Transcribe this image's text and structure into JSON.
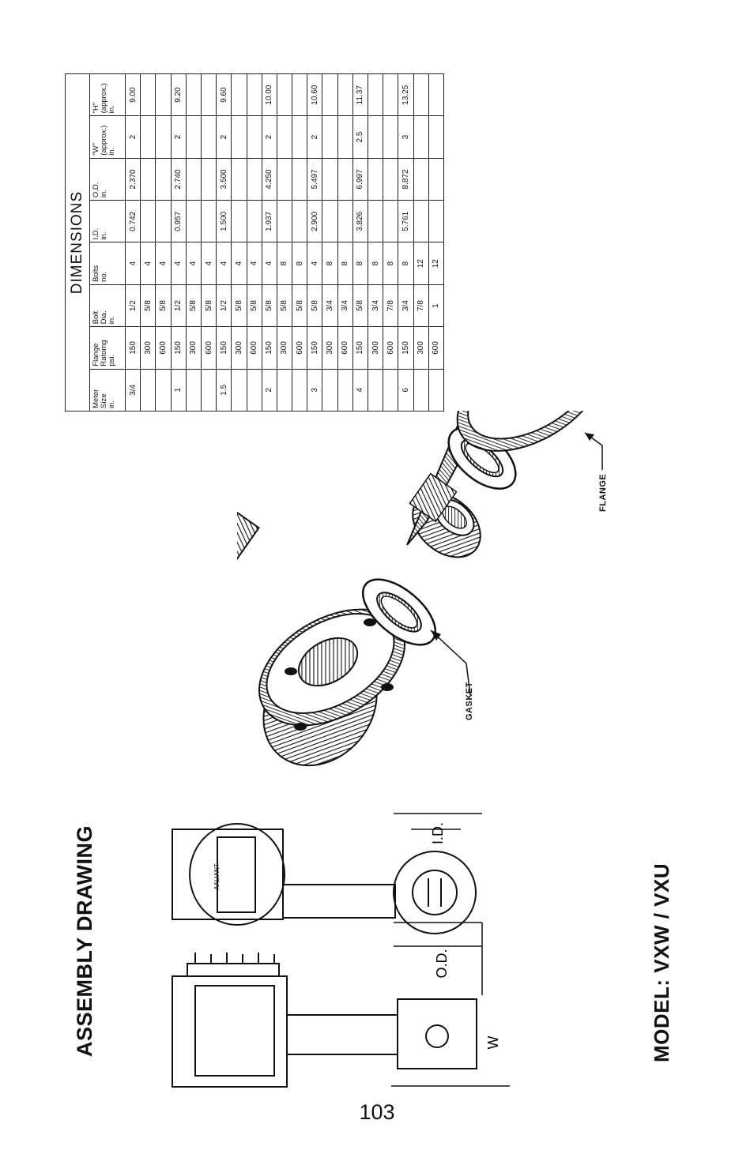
{
  "page": {
    "number": "103"
  },
  "titles": {
    "assembly": "ASSEMBLY DRAWING",
    "model": "MODEL: VXW / VXU"
  },
  "dimensions": {
    "title": "DIMENSIONS",
    "headers": [
      [
        "Meter",
        "Size",
        "in."
      ],
      [
        "Flange",
        "Ratomg",
        "psi."
      ],
      [
        "Bolt",
        "Dia.",
        "in."
      ],
      [
        "Bolts",
        "no."
      ],
      [
        "I.D.",
        "in."
      ],
      [
        "O.D.",
        "in."
      ],
      [
        "\"W\"",
        "(approx.)",
        "in."
      ],
      [
        "\"H\"",
        "(approx.)",
        "in."
      ]
    ],
    "rows": [
      [
        "3/4",
        "150",
        "1/2",
        "4",
        "0.742",
        "2.370",
        "2",
        "9.00"
      ],
      [
        "",
        "300",
        "5/8",
        "4",
        "",
        "",
        "",
        ""
      ],
      [
        "",
        "600",
        "5/8",
        "4",
        "",
        "",
        "",
        ""
      ],
      [
        "1",
        "150",
        "1/2",
        "4",
        "0.957",
        "2.740",
        "2",
        "9.20"
      ],
      [
        "",
        "300",
        "5/8",
        "4",
        "",
        "",
        "",
        ""
      ],
      [
        "",
        "600",
        "5/8",
        "4",
        "",
        "",
        "",
        ""
      ],
      [
        "1.5",
        "150",
        "1/2",
        "4",
        "1.500",
        "3.500",
        "2",
        "9.60"
      ],
      [
        "",
        "300",
        "5/8",
        "4",
        "",
        "",
        "",
        ""
      ],
      [
        "",
        "600",
        "5/8",
        "4",
        "",
        "",
        "",
        ""
      ],
      [
        "2",
        "150",
        "5/8",
        "4",
        "1.937",
        "4.250",
        "2",
        "10.00"
      ],
      [
        "",
        "300",
        "5/8",
        "8",
        "",
        "",
        "",
        ""
      ],
      [
        "",
        "600",
        "5/8",
        "8",
        "",
        "",
        "",
        ""
      ],
      [
        "3",
        "150",
        "5/8",
        "4",
        "2.900",
        "5.497",
        "2",
        "10.60"
      ],
      [
        "",
        "300",
        "3/4",
        "8",
        "",
        "",
        "",
        ""
      ],
      [
        "",
        "600",
        "3/4",
        "8",
        "",
        "",
        "",
        ""
      ],
      [
        "4",
        "150",
        "5/8",
        "8",
        "3.826",
        "6.997",
        "2.5",
        "11.37"
      ],
      [
        "",
        "300",
        "3/4",
        "8",
        "",
        "",
        "",
        ""
      ],
      [
        "",
        "600",
        "7/8",
        "8",
        "",
        "",
        "",
        ""
      ],
      [
        "6",
        "150",
        "3/4",
        "8",
        "5.761",
        "8.872",
        "3",
        "13.25"
      ],
      [
        "",
        "300",
        "7/8",
        "12",
        "",
        "",
        "",
        ""
      ],
      [
        "",
        "600",
        "1",
        "12",
        "",
        "",
        "",
        ""
      ]
    ]
  },
  "callouts": {
    "gasket": "GASKET",
    "flange": "FLANGE"
  },
  "drawing": {
    "od_label": "O.D.",
    "id_label": "I.D.",
    "w_label": "W",
    "brand": "AALIANT"
  }
}
